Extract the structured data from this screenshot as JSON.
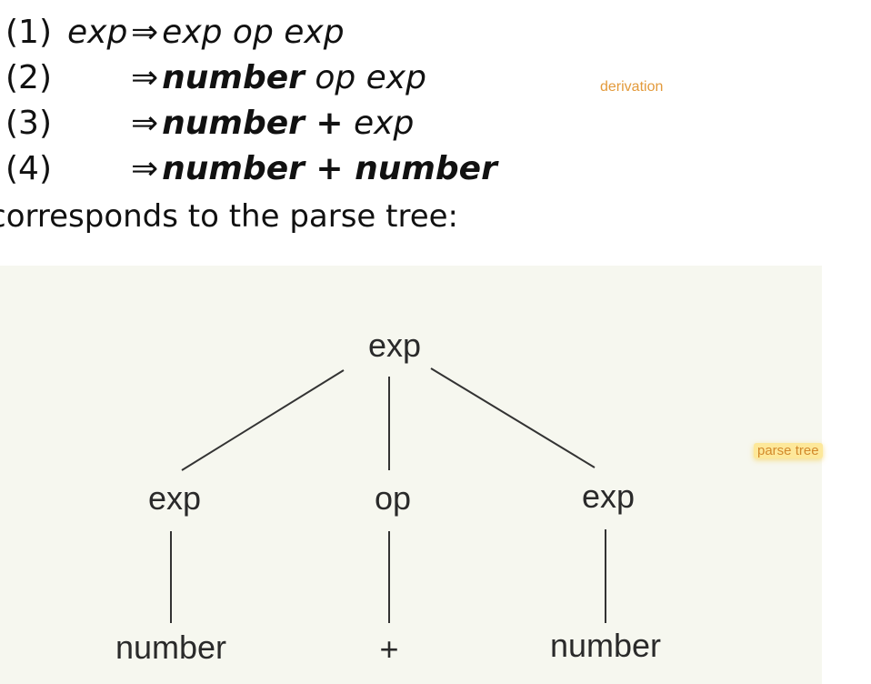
{
  "derivation": {
    "rows": [
      {
        "number": "(1)",
        "lhs": "exp",
        "arrow": "⇒",
        "rhs_bold": "",
        "rhs_rest": "exp op exp"
      },
      {
        "number": "(2)",
        "lhs": "",
        "arrow": "⇒",
        "rhs_bold": "number",
        "rhs_rest": " op exp"
      },
      {
        "number": "(3)",
        "lhs": "",
        "arrow": "⇒",
        "rhs_bold": "number +",
        "rhs_rest": " exp"
      },
      {
        "number": "(4)",
        "lhs": "",
        "arrow": "⇒",
        "rhs_bold": "number + number",
        "rhs_rest": ""
      }
    ],
    "caption": "corresponds to the parse tree:"
  },
  "annotations": {
    "derivation_note": "derivation",
    "parse_tree_note": "parse tree"
  },
  "tree": {
    "root": "exp",
    "children": [
      {
        "label": "exp",
        "leaf": "number"
      },
      {
        "label": "op",
        "leaf": "+"
      },
      {
        "label": "exp",
        "leaf": "number"
      }
    ]
  },
  "colors": {
    "annotation_text": "#e39a3b",
    "highlight": "#fde89a",
    "scan_background": "#f6f7ef"
  }
}
